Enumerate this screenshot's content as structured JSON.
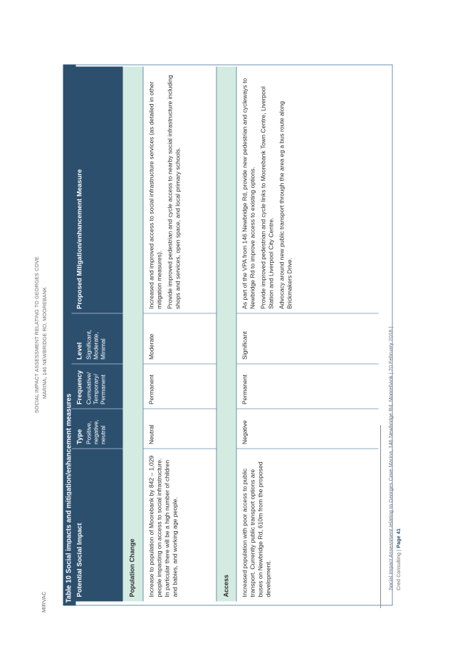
{
  "page_header": {
    "company": "MIRVAC",
    "title_line1": "SOCIAL IMPACT ASSESSMENT RELATING TO GEORGES COVE",
    "title_line2": "MARINA, 146 NEWBRIDGE RD, MOOREBANK"
  },
  "page_footer": {
    "line1": "Social Impact Assessment relating to Georges Cove Marina, 146 Newbridge Rd, Moorebank | 20 February 2018 |",
    "line2_prefix": "Cred Consulting | ",
    "page_label": "Page 41"
  },
  "table": {
    "title": "Table 10 Social impacts and mitigation/enhancement measures",
    "headers": {
      "impact": "Potential Social Impact",
      "type": "Type",
      "type_sub": "Positive, negative, neutral",
      "frequency": "Frequency",
      "frequency_sub": "Cumulative/ Temporary/ Permanent",
      "level": "Level",
      "level_sub": "Significant, Moderate, Minimal",
      "measure": "Proposed Mitigation/enhancement Measure"
    },
    "sections": [
      {
        "category": "Population Change",
        "impact": "Increase to population of Moorebank by 842 – 1,029 people impacting on access to social infrastructure. In particular there will be a high number of children and babies, and working age people.",
        "type": "Neutral",
        "frequency": "Permanent",
        "level": "Moderate",
        "measures": [
          "Increased and improved access to social infrastructure services (as detailed in other mitigation measures).",
          "Provide improved pedestrian and cycle access to nearby social infrastructure including shops and services, open space, and local primary schools."
        ]
      },
      {
        "category": "Access",
        "impact": "Increased population with poor access to public transport. Currently public transport options are buses on Newbridge Rd, 610m from the proposed development.",
        "type": "Negative",
        "frequency": "Permanent",
        "level": "Significant",
        "measures": [
          "As part of the VPA from 146 Newbridge Rd, provide new pedestrian and cycleways to Newbridge Rd to improve access to existing options.",
          "Provide improved pedestrian and cycle links to Moorebank Town Centre, Liverpool Station and Liverpool City Centre.",
          "Advocacy around new public transport through the area eg a bus route along Brickmakers Drive."
        ]
      }
    ]
  }
}
